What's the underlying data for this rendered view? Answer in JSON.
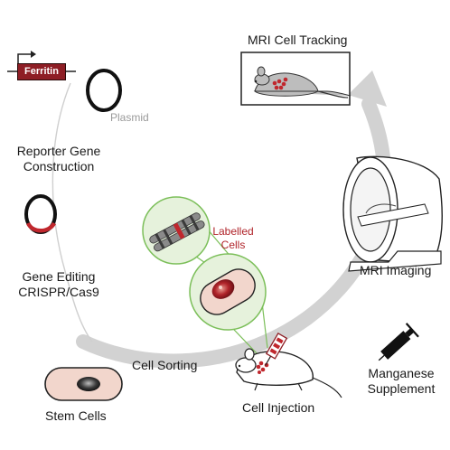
{
  "labels": {
    "mri_cell_tracking": "MRI Cell Tracking",
    "ferritin": "Ferritin",
    "plasmid": "Plasmid",
    "reporter_gene_line1": "Reporter Gene",
    "reporter_gene_line2": "Construction",
    "labelled_line1": "Labelled",
    "labelled_line2": "Cells",
    "gene_editing_line1": "Gene Editing",
    "gene_editing_line2": "CRISPR/Cas9",
    "mri_imaging": "MRI Imaging",
    "cell_sorting": "Cell Sorting",
    "manganese_line1": "Manganese",
    "manganese_line2": "Supplement",
    "stem_cells": "Stem Cells",
    "cell_injection": "Cell Injection"
  },
  "colors": {
    "cycle_arrow": "#cfcfcf",
    "accent_red": "#b0242a",
    "ferritin_fill": "#8e1e25",
    "zoom_green": "#7cbf5a",
    "zoom_fill": "#e6f2dc",
    "cell_fill": "#f2d6cc"
  },
  "icons": [
    "mouse-outline-icon",
    "mri-scanner-icon",
    "syringe-icon",
    "plasmid-icon",
    "chromosome-icon",
    "cell-icon"
  ]
}
